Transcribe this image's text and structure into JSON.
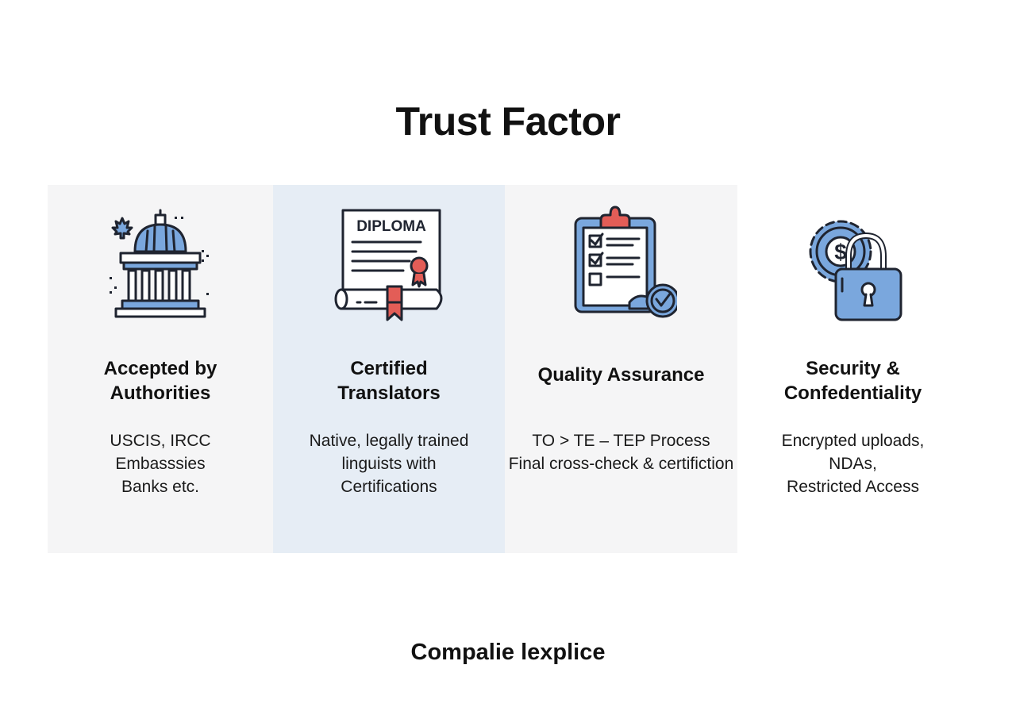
{
  "title": "Trust Factor",
  "cards": [
    {
      "title_lines": [
        "Accepted by",
        "Authorities"
      ],
      "desc_lines": [
        "USCIS, IRCC",
        "Embasssies",
        "Banks etc."
      ],
      "icon": "government-building-icon"
    },
    {
      "title_lines": [
        "Certified",
        "Translators"
      ],
      "desc_lines": [
        "Native, legally trained",
        "linguists with",
        "Certifications"
      ],
      "icon": "diploma-icon",
      "icon_text": "DIPLOMA"
    },
    {
      "title_lines": [
        "Quality Assurance"
      ],
      "desc_lines": [
        "TO > TE – TEP Process",
        "Final cross-check & certifiction"
      ],
      "icon": "checklist-clipboard-icon"
    },
    {
      "title_lines": [
        "Security &",
        "Confedentiality"
      ],
      "desc_lines": [
        "Encrypted uploads,",
        "NDAs,",
        "Restricted Access"
      ],
      "icon": "padlock-gear-icon"
    }
  ],
  "footer": "Compalie lexplice",
  "colors": {
    "accent_blue": "#7aa7dd",
    "accent_red": "#e35d57",
    "outline": "#1f2430",
    "highlight_card": "#e6edf5",
    "muted_card": "#f5f5f6"
  }
}
